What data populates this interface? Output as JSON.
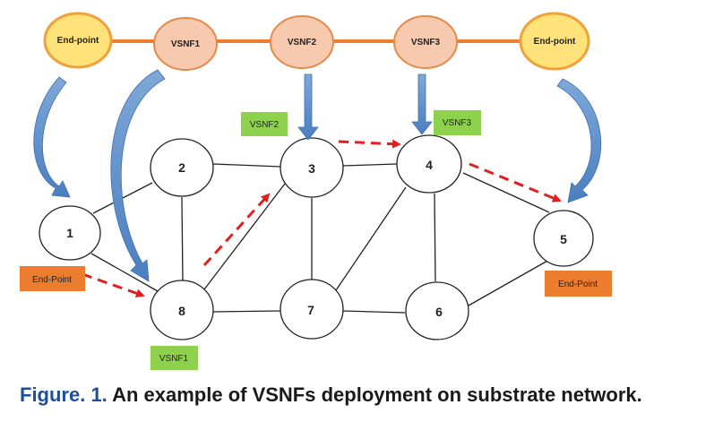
{
  "chain": {
    "start": {
      "label": "End-point"
    },
    "vsnfs": [
      {
        "id": "vsnf1",
        "label": "VSNF1"
      },
      {
        "id": "vsnf2",
        "label": "VSNF2"
      },
      {
        "id": "vsnf3",
        "label": "VSNF3"
      }
    ],
    "end": {
      "label": "End-point"
    }
  },
  "network": {
    "nodes": [
      "1",
      "2",
      "3",
      "4",
      "5",
      "6",
      "7",
      "8"
    ]
  },
  "tags": {
    "vsnf1": "VSNF1",
    "vsnf2": "VSNF2",
    "vsnf3": "VSNF3",
    "endpoint_left": "End-Point",
    "endpoint_right": "End-Point"
  },
  "caption": {
    "prefix": "Figure. 1.",
    "text": " An example of VSNFs deployment on substrate network."
  },
  "colors": {
    "endpoint_fill": "#ffe27a",
    "endpoint_stroke": "#f0a13a",
    "vsnf_fill": "#f7c9ae",
    "vsnf_stroke": "#e58a4a",
    "chain_line": "#ec7d2f",
    "mapping_arrow": "#5b8fc8",
    "path_arrow": "#e02020",
    "vsnf_tag": "#8dd14d",
    "endpoint_tag": "#ec7d2f",
    "caption_prefix": "#1f4e9c"
  }
}
